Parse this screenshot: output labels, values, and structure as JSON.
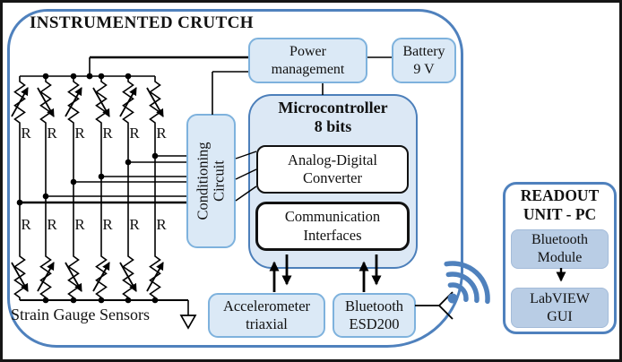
{
  "title": "INSTRUMENTED CRUTCH",
  "strain_gauges": {
    "resistor_label": "R",
    "count_top_row": 6,
    "count_bottom_row": 6,
    "caption": "Strain Gauge Sensors"
  },
  "boxes": {
    "power": "Power\nmanagement",
    "battery": "Battery\n9 V",
    "microcontroller": "Microcontroller\n8 bits",
    "adc": "Analog-Digital\nConverter",
    "comm": "Communication\nInterfaces",
    "conditioning": "Conditioning\nCircuit",
    "accelerometer": "Accelerometer\ntriaxial",
    "bluetooth": "Bluetooth\nESD200"
  },
  "readout": {
    "title": "READOUT\nUNIT - PC",
    "bluetooth_module": "Bluetooth\nModule",
    "labview_gui": "LabVIEW\nGUI"
  },
  "icons": {
    "antenna": "antenna-icon",
    "wireless": "wireless-signal-icon",
    "ground": "ground-icon"
  },
  "colors": {
    "container_border": "#4f81bd",
    "light_box_border": "#7eb2dd",
    "light_box_fill": "#dbe9f6",
    "mcu_fill": "#dce8f5",
    "readout_box_fill": "#b9cde5",
    "wire": "#000000",
    "signal": "#4f81bd"
  }
}
